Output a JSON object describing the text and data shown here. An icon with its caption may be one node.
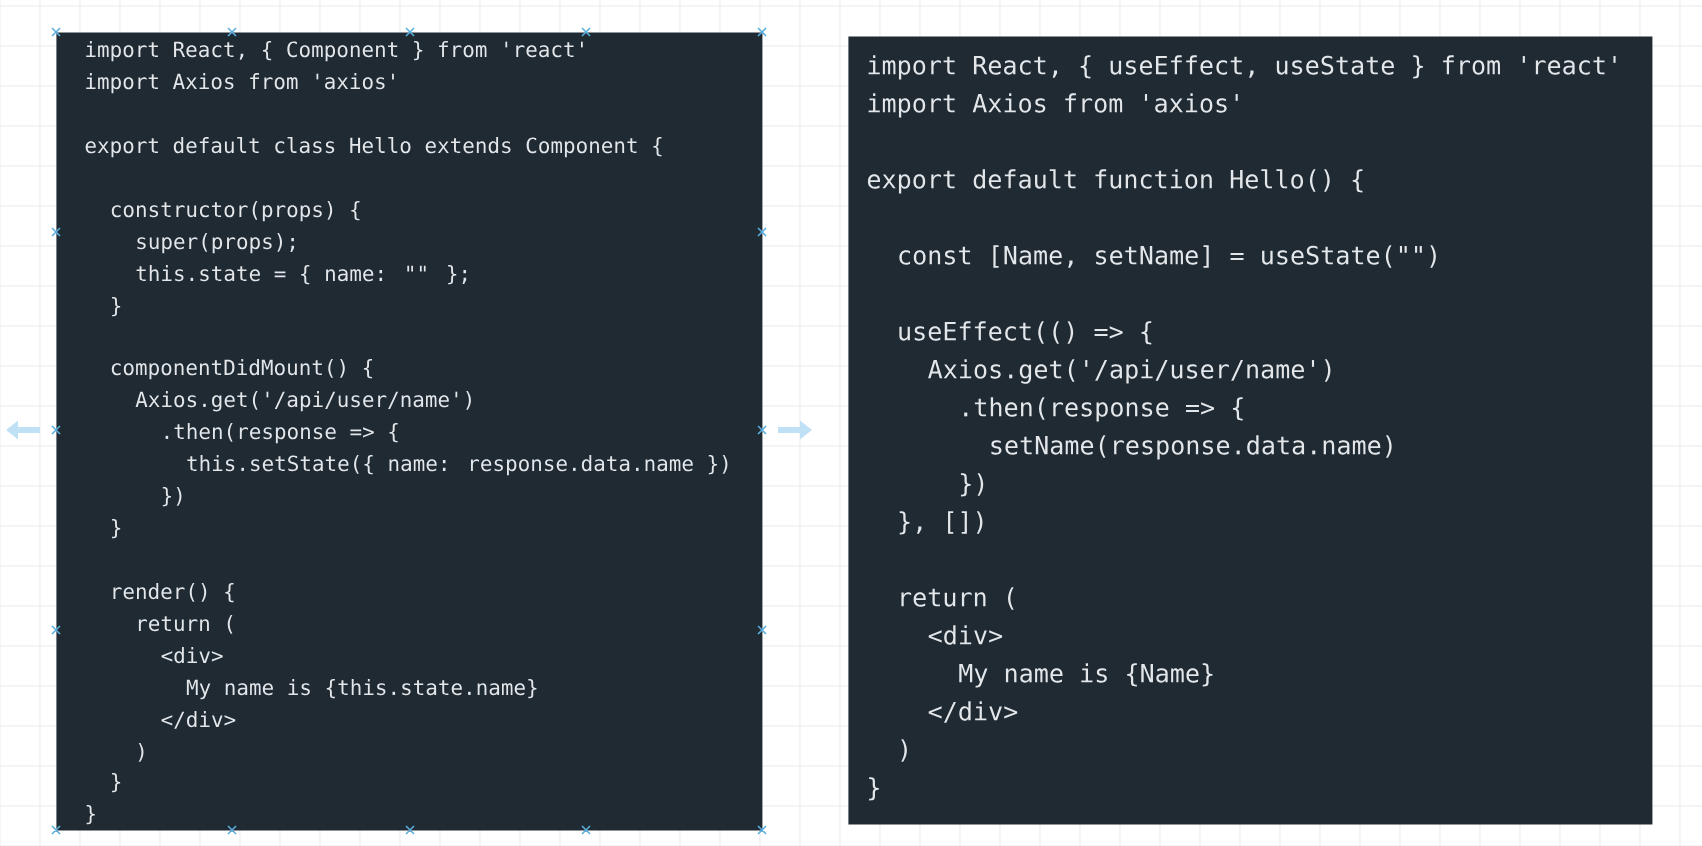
{
  "diagram": {
    "nodes": [
      {
        "text": [
          "import React, { Component } from 'react'",
          "import Axios from 'axios'",
          "export default class Hello extends Component {",
          "constructor(props) {",
          "super(props);",
          "this.state = { name: \"\" };",
          "}",
          "componentDidMount() {",
          "Axios.get('/api/user/name')",
          ".then(response => {",
          "this.setState({ name: response.data.name })",
          "})",
          "}",
          "render() {",
          "return (",
          "<div>",
          "My name is {this.state.name}",
          "</div>",
          ")",
          "}",
          "}"
        ]
      },
      {
        "text": [
          "import React, { useEffect, useState } from 'react'",
          "import Axios from 'axios'",
          "export default function Hello() {",
          "const [Name, setName] = useState(\"\")",
          "useEffect(() => {",
          "Axios.get('/api/user/name')",
          ".then(response => {",
          "setName(response.data.name)",
          "})",
          "}, [])",
          "return (",
          "<div>",
          "My name is {Name}",
          "</div>",
          ")",
          "}"
        ]
      }
    ]
  }
}
